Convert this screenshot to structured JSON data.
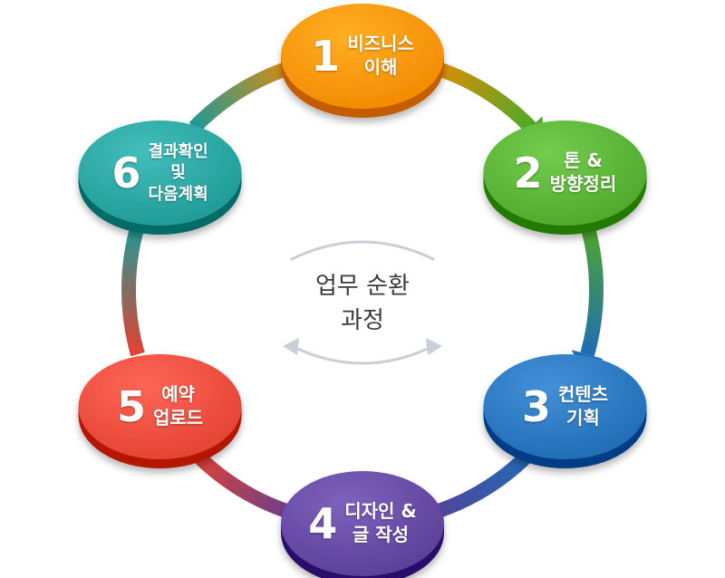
{
  "center": {
    "title_lines": [
      "업무 순환",
      "과정"
    ]
  },
  "steps": [
    {
      "num": "1",
      "lines": [
        "비즈니스",
        "이해"
      ],
      "color": "#f28a00"
    },
    {
      "num": "2",
      "lines": [
        "톤 &",
        "방향정리"
      ],
      "color": "#4fa82a"
    },
    {
      "num": "3",
      "lines": [
        "컨텐츠",
        "기획"
      ],
      "color": "#1f6cb5"
    },
    {
      "num": "4",
      "lines": [
        "디자인 &",
        "글 작성"
      ],
      "color": "#5a3e98"
    },
    {
      "num": "5",
      "lines": [
        "예약",
        "업로드"
      ],
      "color": "#e24232"
    },
    {
      "num": "6",
      "lines": [
        "결과확인",
        "및",
        "다음계획"
      ],
      "color": "#1f9a96"
    }
  ],
  "colors": {
    "center_arrows": "#c9cfd6",
    "center_text": "#3b3b3b"
  },
  "icons": {
    "cycle-arrows": "curved-double-arrow"
  }
}
